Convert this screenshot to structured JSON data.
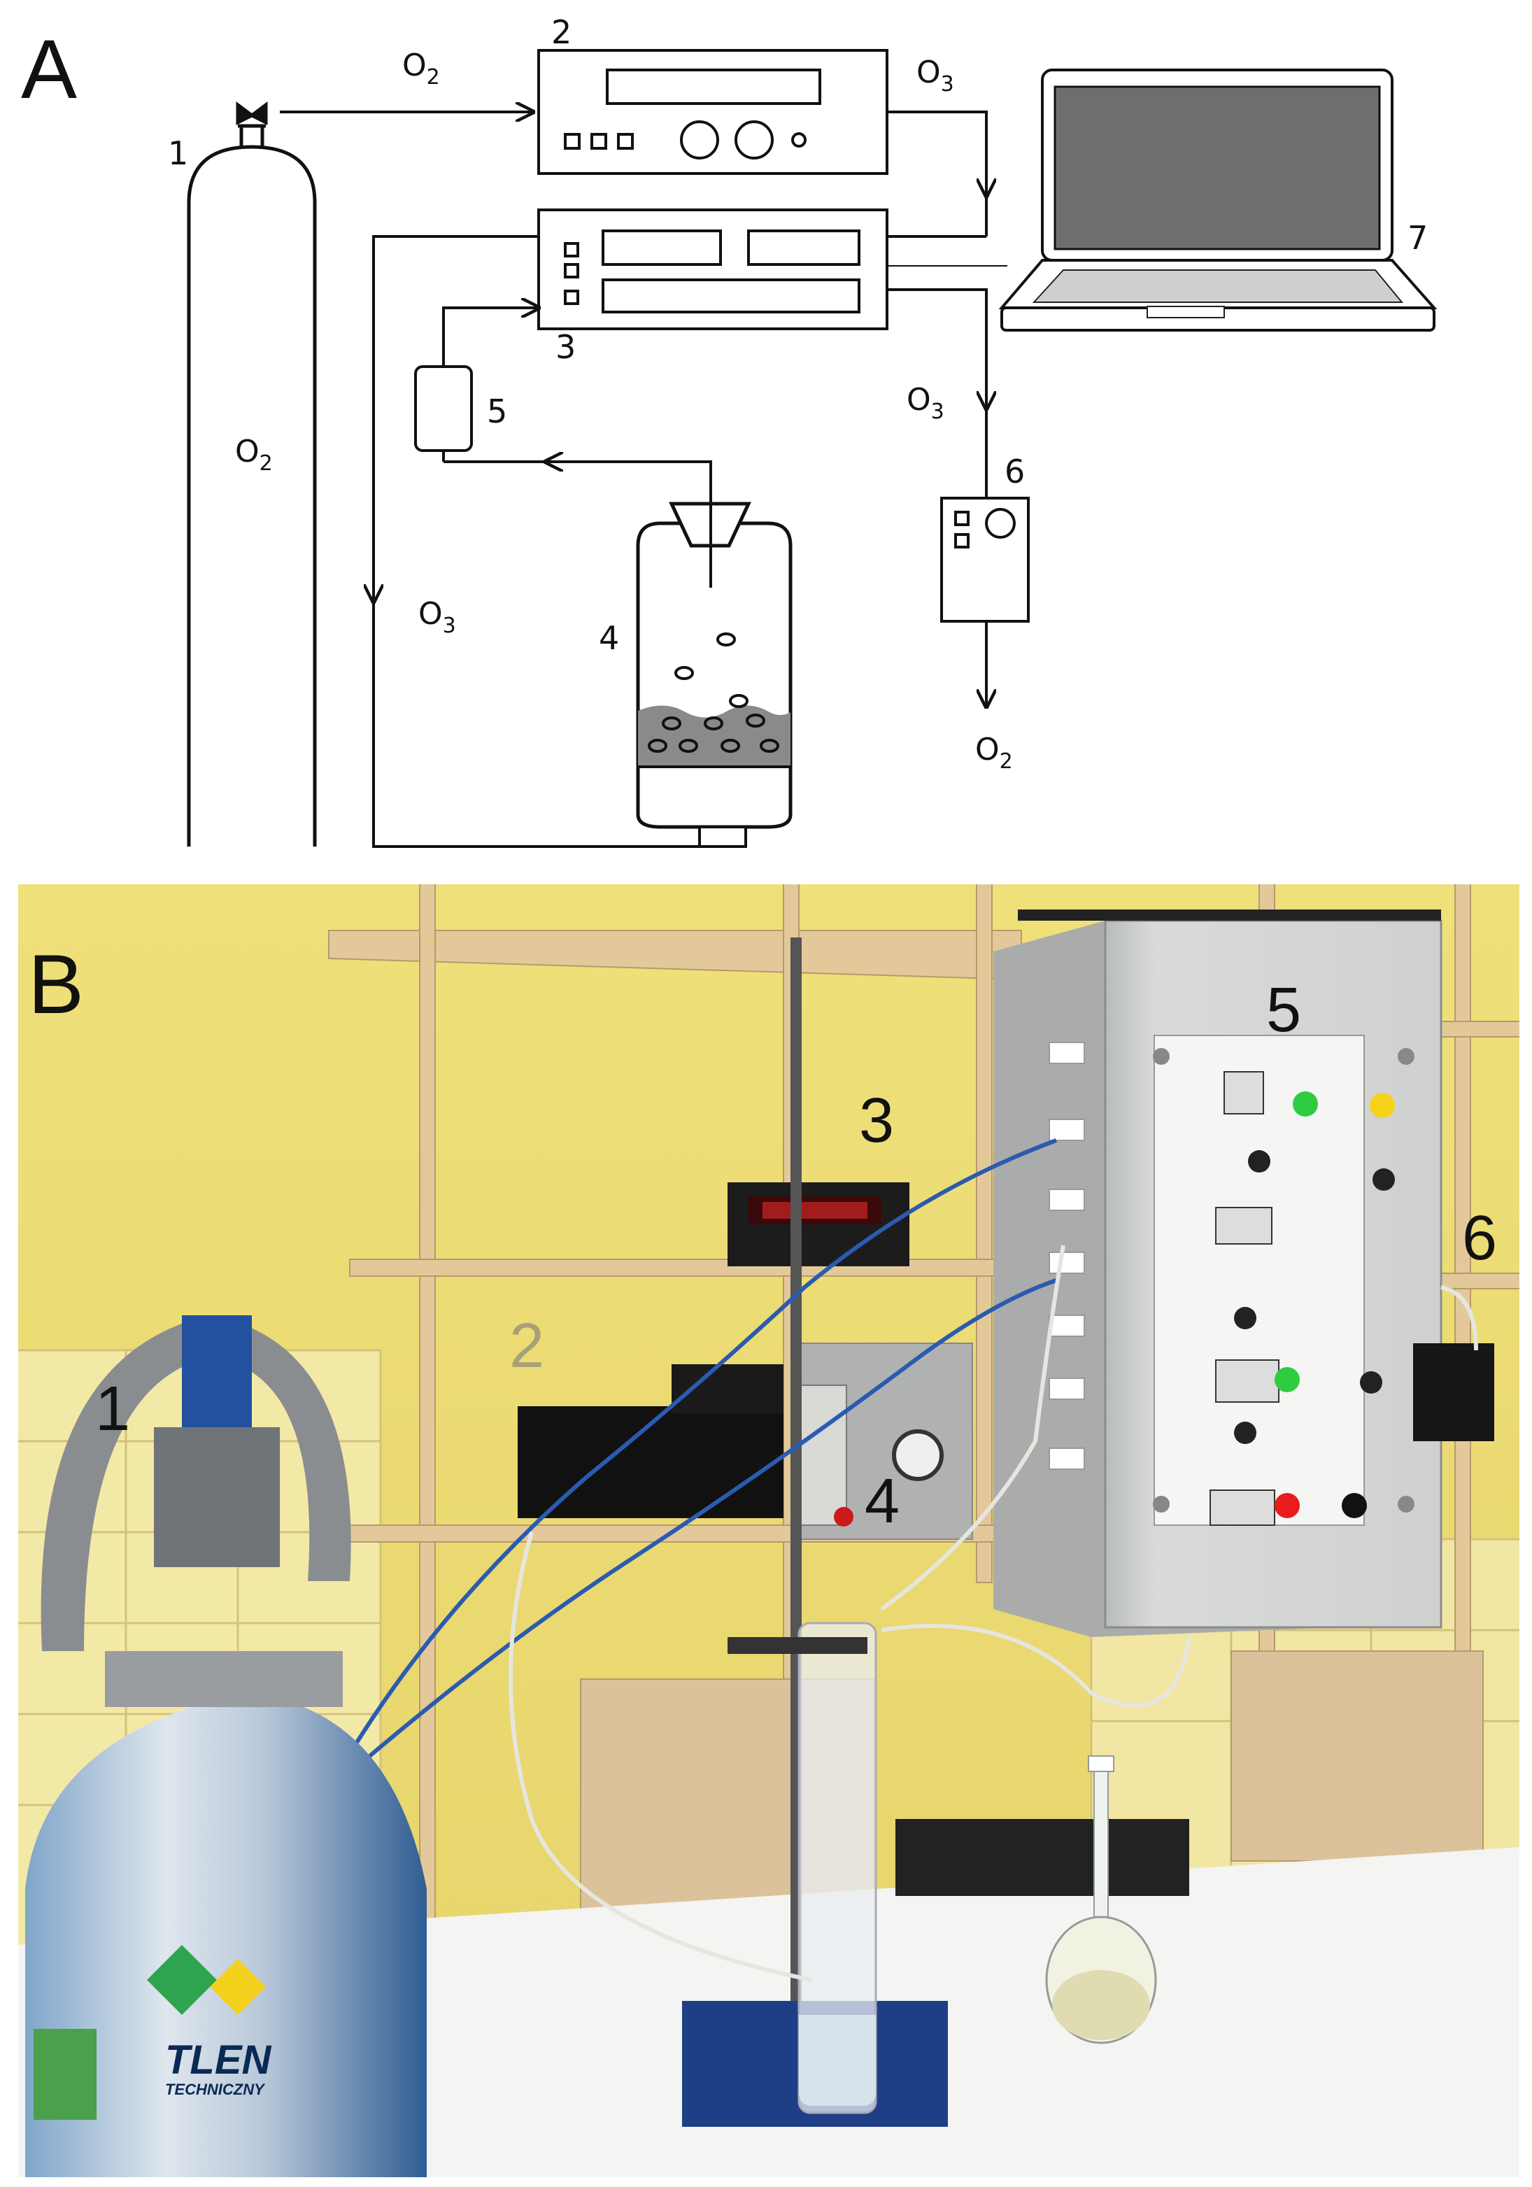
{
  "panelA": {
    "letter": "A",
    "labels": {
      "n1": "1",
      "n2": "2",
      "n3": "3",
      "n4": "4",
      "n5": "5",
      "n6": "6",
      "n7": "7"
    },
    "gas": {
      "o2_top": {
        "base": "O",
        "sub": "2"
      },
      "o3_top": {
        "base": "O",
        "sub": "3"
      },
      "o2_cyl": {
        "base": "O",
        "sub": "2"
      },
      "o3_mid": {
        "base": "O",
        "sub": "3"
      },
      "o3_right": {
        "base": "O",
        "sub": "3"
      },
      "o2_out": {
        "base": "O",
        "sub": "2"
      }
    }
  },
  "panelB": {
    "letter": "B",
    "labels": {
      "n1": "1",
      "n2": "2",
      "n3": "3",
      "n4": "4",
      "n5": "5",
      "n6": "6"
    },
    "cylinder_text": {
      "main": "TLEN",
      "sub": "TECHNICZNY"
    }
  }
}
